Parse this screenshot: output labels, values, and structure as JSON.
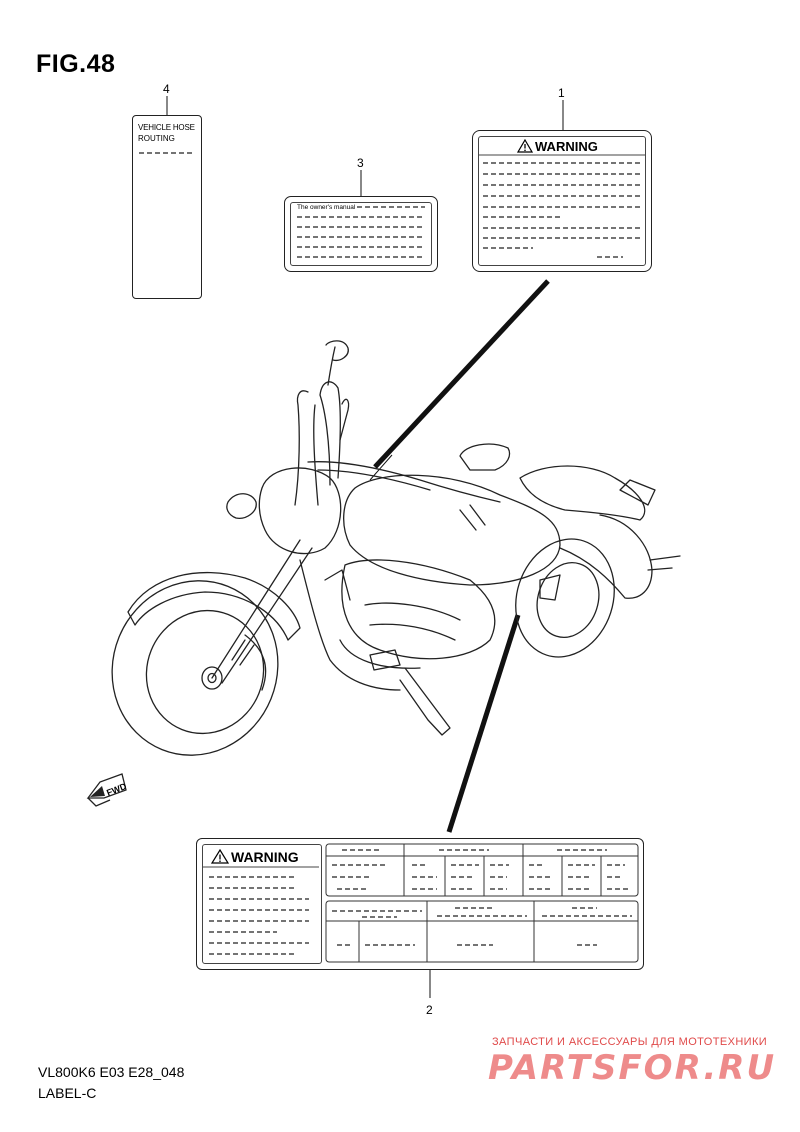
{
  "figure": {
    "title": "FIG.48"
  },
  "callouts": {
    "c1": "1",
    "c2": "2",
    "c3": "3",
    "c4": "4"
  },
  "labels": {
    "warning_top": "WARNING",
    "warning_bottom": "WARNING",
    "owners_manual": "The owner's manual",
    "hose_routing_line1": "VEHICLE HOSE",
    "hose_routing_line2": "ROUTING",
    "fwd_arrow": "FWD"
  },
  "footer": {
    "code": "VL800K6 E03 E28_048",
    "label": "LABEL-C"
  },
  "watermark": {
    "tagline": "ЗАПЧАСТИ И АКСЕССУАРЫ ДЛЯ МОТОТЕХНИКИ",
    "logo": "PARTSFOR.RU",
    "color": "#ee8b8b"
  }
}
